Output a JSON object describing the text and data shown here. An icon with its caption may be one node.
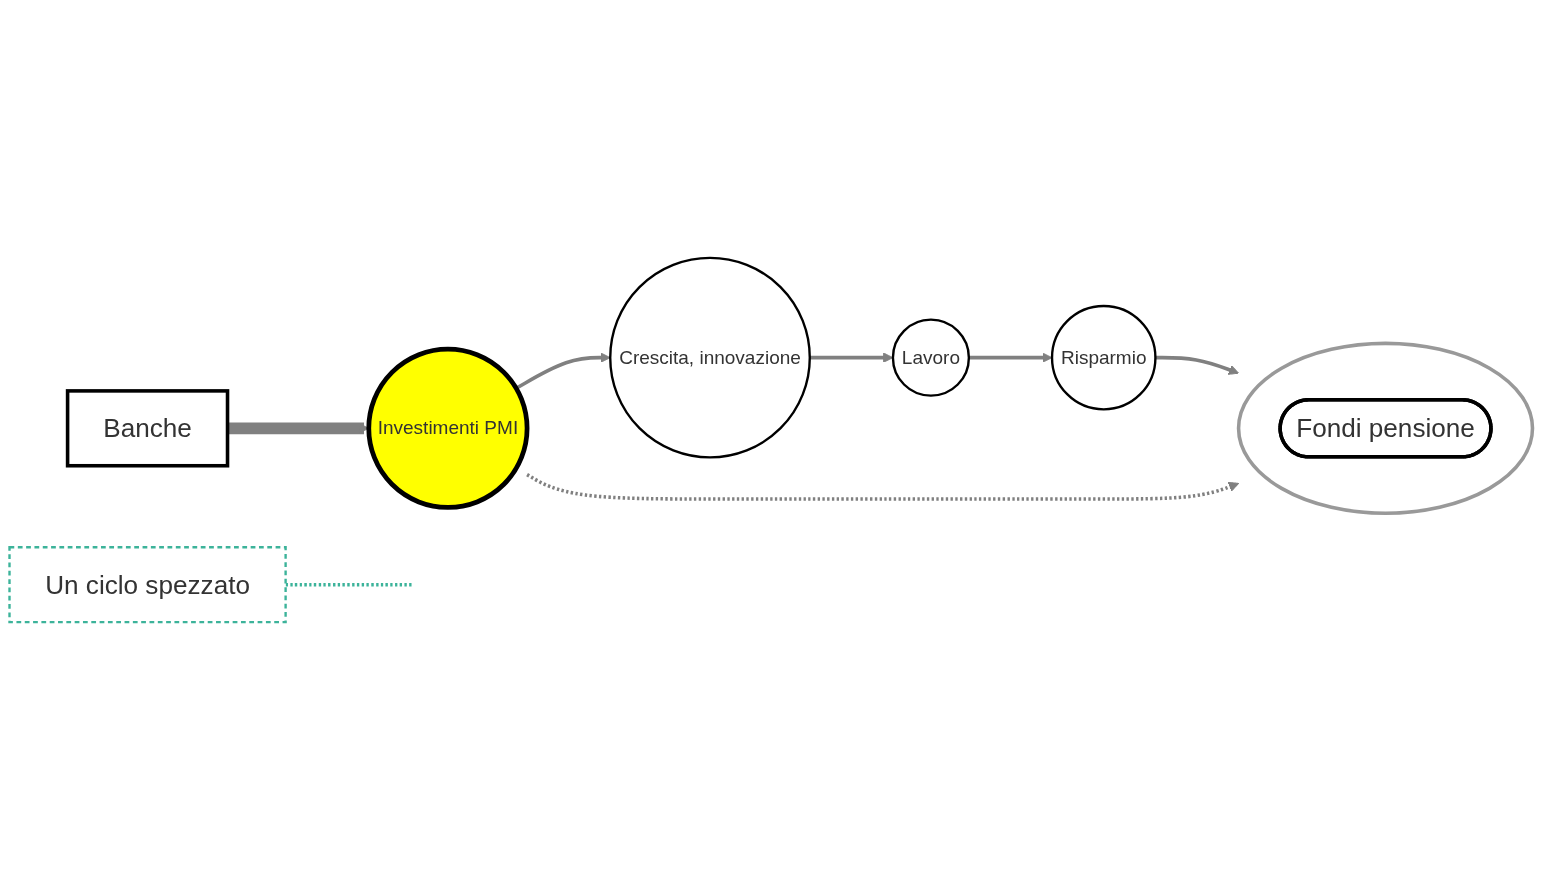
{
  "diagram": {
    "nodes": [
      {
        "text": [],
        "shape": "ellipse"
      },
      {
        "text": [
          "Fondi pensione"
        ],
        "in": 0
      },
      {
        "text": [
          "Un ciclo spezzato"
        ]
      },
      {
        "text": [
          "Banche"
        ]
      },
      {
        "text": [
          "Investimenti PMI"
        ]
      },
      {
        "text": [
          "Crescita, innovazione"
        ]
      },
      {
        "text": [
          "Lavoro"
        ]
      },
      {
        "text": [
          "Risparmio"
        ]
      }
    ],
    "edges": [
      {
        "from": 4,
        "to": 5,
        "arrow": "to"
      },
      {
        "from": 5,
        "to": 6,
        "arrow": "to"
      },
      {
        "from": 6,
        "to": 7,
        "arrow": "to"
      },
      {
        "from": 7,
        "to": 0,
        "arrow": "to"
      },
      {
        "from": 4,
        "to": 0,
        "arrow": "to",
        "style": "dashed"
      },
      {
        "from": 3,
        "to": 4,
        "arrow": "to",
        "style": "thick"
      },
      {
        "from": 2,
        "to": null,
        "arrow": "none",
        "style": "dashed",
        "color": "#3cb39a"
      }
    ]
  }
}
